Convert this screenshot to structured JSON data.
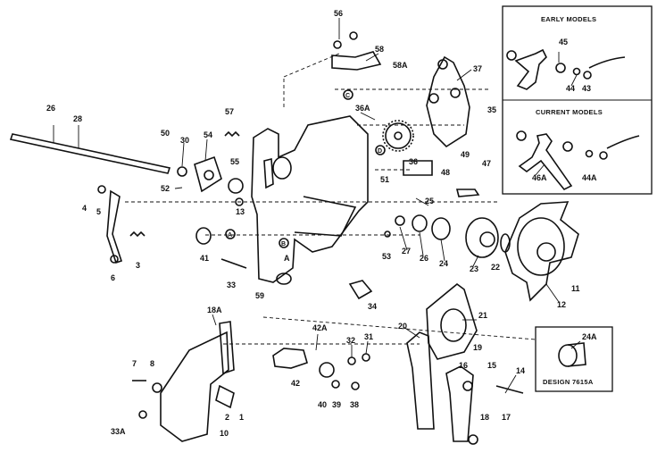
{
  "insets": {
    "early_title": "EARLY MODELS",
    "current_title": "CURRENT MODELS",
    "design_label": "DESIGN 7615A"
  },
  "part_numbers": [
    "56",
    "58",
    "58A",
    "37",
    "36A",
    "35",
    "36",
    "48",
    "49",
    "47",
    "57",
    "50",
    "30",
    "54",
    "55",
    "52",
    "26",
    "28",
    "13",
    "51",
    "25",
    "27",
    "26",
    "24",
    "23",
    "22",
    "12",
    "11",
    "4",
    "5",
    "6",
    "3",
    "41",
    "33",
    "59",
    "53",
    "34",
    "A",
    "18A",
    "42A",
    "42",
    "32",
    "31",
    "40",
    "39",
    "38",
    "20",
    "21",
    "19",
    "16",
    "15",
    "14",
    "18",
    "17",
    "8",
    "7",
    "33A",
    "2",
    "1",
    "10",
    "45",
    "44",
    "43",
    "46A",
    "44A",
    "24A"
  ],
  "circled_letters": [
    "A",
    "C",
    "D",
    "B"
  ]
}
